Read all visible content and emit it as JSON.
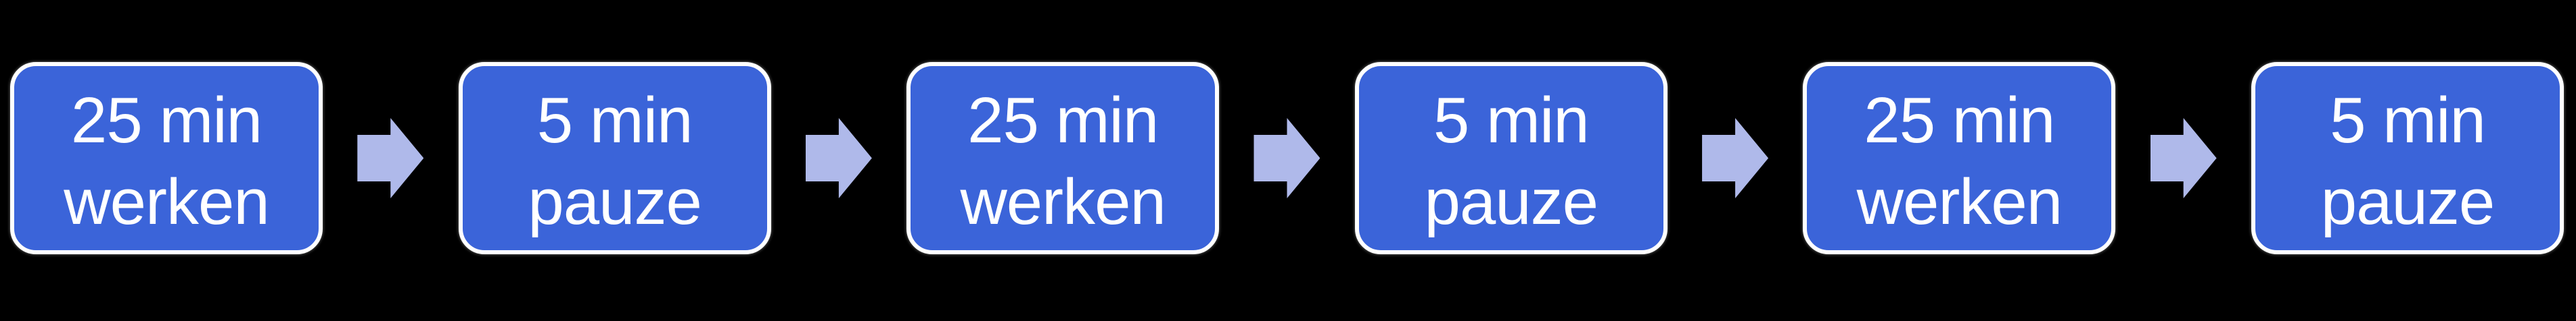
{
  "colors": {
    "background": "#000000",
    "box_fill": "#3B64D9",
    "box_border": "#FFFFFF",
    "box_text": "#FFFFFF",
    "arrow_fill": "#AFB9EA"
  },
  "diagram": {
    "steps": [
      {
        "line1": "25 min",
        "line2": "werken"
      },
      {
        "line1": "5 min",
        "line2": "pauze"
      },
      {
        "line1": "25 min",
        "line2": "werken"
      },
      {
        "line1": "5 min",
        "line2": "pauze"
      },
      {
        "line1": "25 min",
        "line2": "werken"
      },
      {
        "line1": "5 min",
        "line2": "pauze"
      }
    ],
    "arrow_icon": "right-block-arrow"
  }
}
